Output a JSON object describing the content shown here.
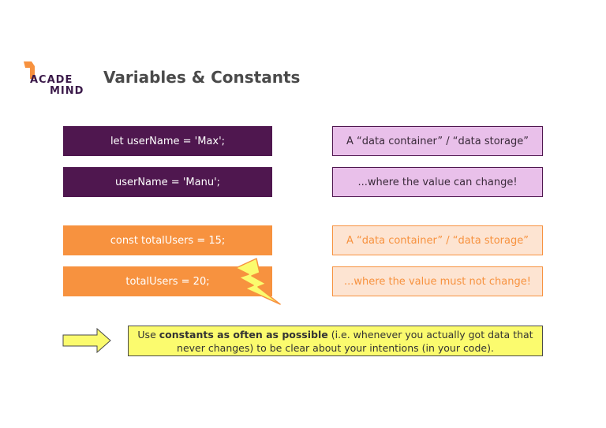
{
  "logo": {
    "line1": "ACADE",
    "line2": "MIND"
  },
  "title": "Variables & Constants",
  "rows": [
    {
      "code": "let userName = 'Max';",
      "description": "A “data container” / “data storage”"
    },
    {
      "code": "userName = 'Manu';",
      "description": "...where the value can change!"
    },
    {
      "code": "const totalUsers = 15;",
      "description": "A “data container” / “data storage”"
    },
    {
      "code": "totalUsers = 20;",
      "description": "...where the value must not change!"
    }
  ],
  "note": {
    "prefix": "Use ",
    "bold": "constants as often as possible",
    "suffix": " (i.e. whenever you actually got data that never changes) to be clear about your intentions (in your code)."
  },
  "colors": {
    "purple": "#4f174f",
    "light_purple": "#e9c0ea",
    "orange": "#f7923f",
    "peach": "#fde4d2",
    "yellow": "#fbfb6e"
  },
  "icons": {
    "arrow": "right-arrow-icon",
    "error": "lightning-bolt-icon",
    "logo": "academind-logo"
  }
}
